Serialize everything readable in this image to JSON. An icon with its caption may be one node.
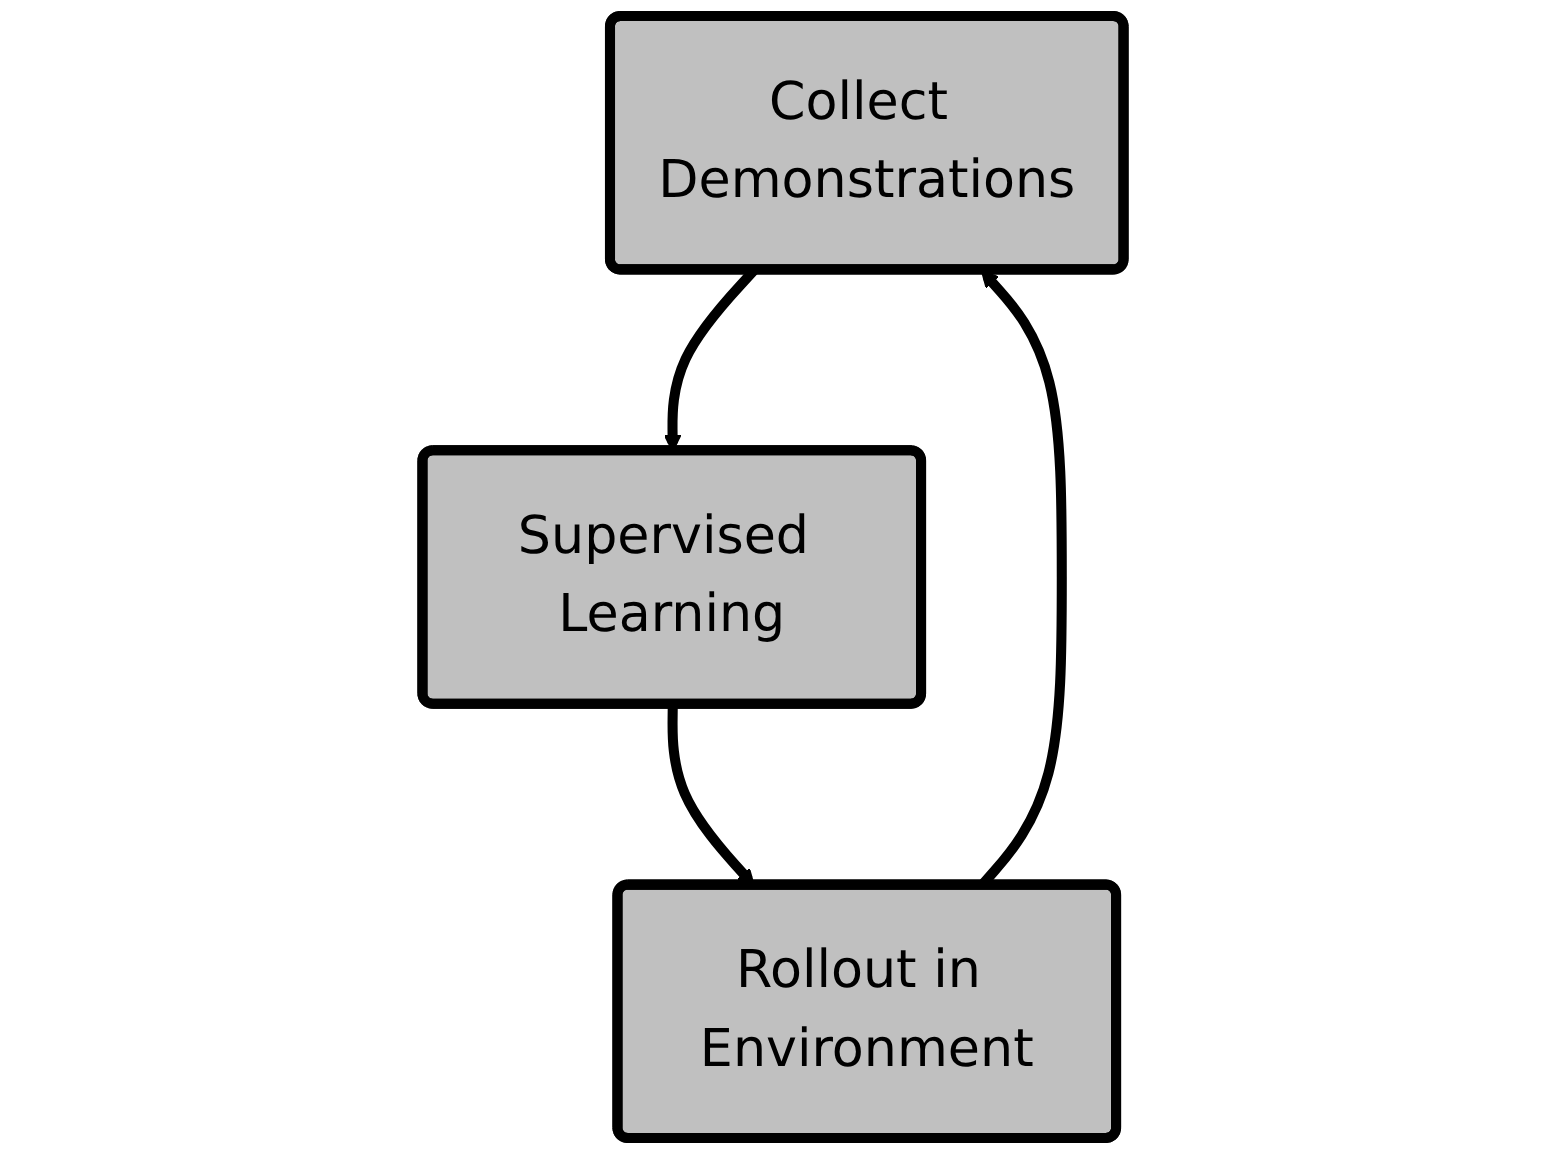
{
  "diagram": {
    "nodes": [
      {
        "text": [
          "Collect Demonstrations"
        ]
      },
      {
        "text": [
          "Supervised Learning"
        ]
      },
      {
        "text": [
          "Rollout in Environment"
        ]
      }
    ],
    "edges": [
      {
        "from": 0,
        "to": 1,
        "arrow": "to"
      },
      {
        "from": 1,
        "to": 2,
        "arrow": "to"
      },
      {
        "from": 2,
        "to": 0,
        "arrow": "to"
      }
    ]
  }
}
